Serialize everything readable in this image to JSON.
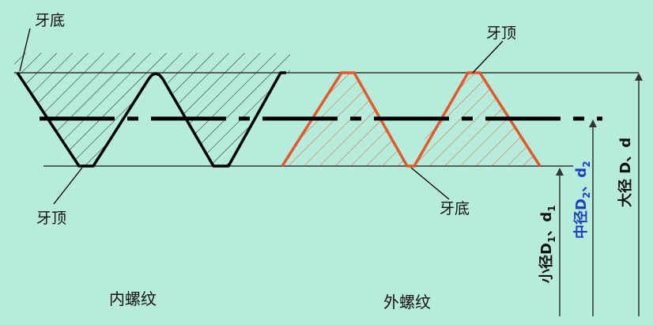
{
  "labels": {
    "internal_root": "牙底",
    "internal_crest": "牙顶",
    "external_crest": "牙顶",
    "external_root": "牙底",
    "internal_thread": "内螺纹",
    "external_thread": "外螺纹"
  },
  "diameters": {
    "major": {
      "prefix": "大径 D",
      "sep": "、",
      "lower": "d"
    },
    "pitch": {
      "prefix": "中径D",
      "sub1": "2",
      "sep": "、",
      "lower": "d",
      "sub2": "2"
    },
    "minor": {
      "prefix": "小径D",
      "sub1": "1",
      "sep": "、",
      "lower": "d",
      "sub2": "1"
    }
  },
  "colors": {
    "background": "#b7ecdd",
    "internal_profile": "#000000",
    "external_profile": "#e05a2b",
    "pitch_label": "#1f3fbf",
    "text": "#111111"
  }
}
